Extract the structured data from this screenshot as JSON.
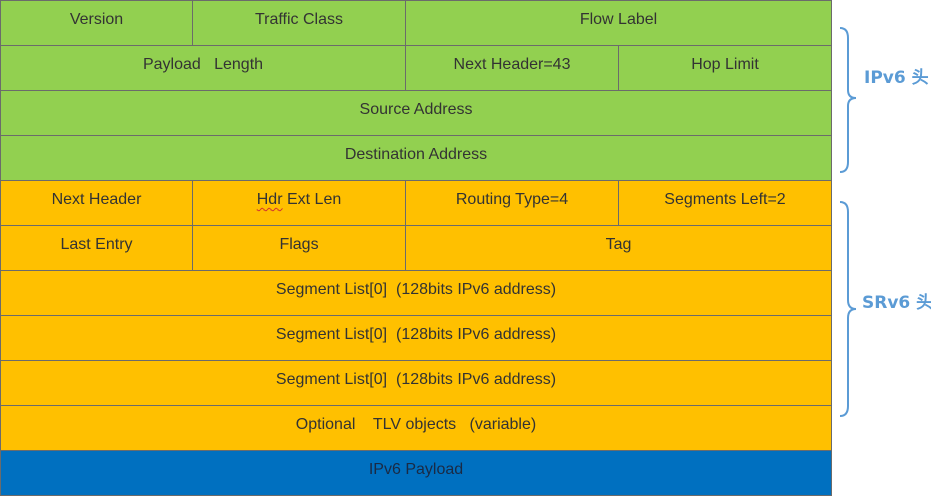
{
  "colors": {
    "ipv6": "#92d050",
    "srv6": "#ffc000",
    "payload": "#0070c0",
    "label": "#5b9bd5"
  },
  "ipv6_header": {
    "version": "Version",
    "traffic_class": "Traffic Class",
    "flow_label": "Flow Label",
    "payload_length": "Payload   Length",
    "next_header": "Next Header=43",
    "hop_limit": "Hop Limit",
    "source_address": "Source Address",
    "destination_address": "Destination Address"
  },
  "srh": {
    "next_header": "Next Header",
    "hdr_ext_len_hdr": "Hdr",
    "hdr_ext_len_rest": " Ext Len",
    "routing_type": "Routing Type=4",
    "segments_left": "Segments Left=2",
    "last_entry": "Last Entry",
    "flags": "Flags",
    "tag": "Tag",
    "segment_list": [
      "Segment List[0]  (128bits IPv6 address)",
      "Segment List[0]  (128bits IPv6 address)",
      "Segment List[0]  (128bits IPv6 address)"
    ],
    "optional_tlv": "Optional    TLV objects   (variable)"
  },
  "payload": "IPv6 Payload",
  "labels": {
    "ipv6": "IPv6 头",
    "srv6": "SRv6 头"
  }
}
